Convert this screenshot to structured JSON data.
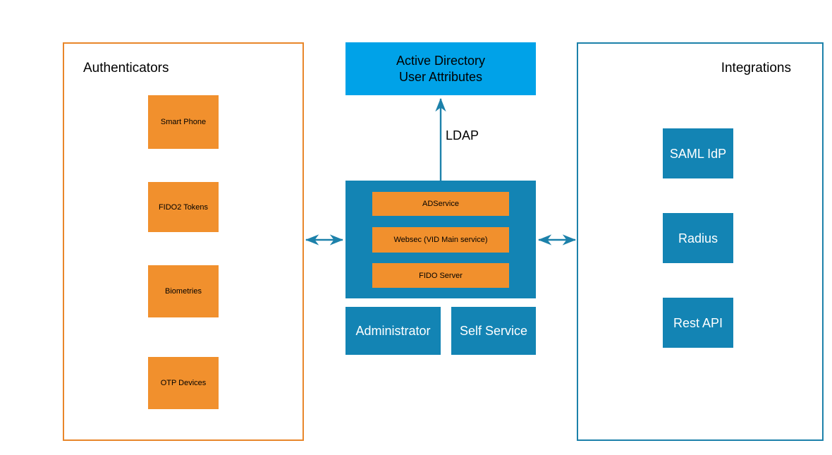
{
  "diagram": {
    "background_color": "#ffffff",
    "colors": {
      "orange_fill": "#f1902d",
      "orange_border": "#e8862a",
      "dark_blue_fill": "#1384b4",
      "cyan_fill": "#00a2e8",
      "blue_border": "#1c81aa",
      "arrow_color": "#1c81aa",
      "text_dark": "#000000",
      "text_light": "#ffffff"
    },
    "panels": {
      "left": {
        "title": "Authenticators"
      },
      "right": {
        "title": "Integrations"
      }
    },
    "authenticators": [
      {
        "label": "Smart Phone"
      },
      {
        "label": "FIDO2 Tokens"
      },
      {
        "label": "Biometries"
      },
      {
        "label": "OTP Devices"
      }
    ],
    "integrations": [
      {
        "label": "SAML IdP"
      },
      {
        "label": "Radius"
      },
      {
        "label": "Rest API"
      }
    ],
    "directory": {
      "line1": "Active Directory",
      "line2": "User Attributes"
    },
    "core_services": [
      {
        "label": "ADService"
      },
      {
        "label": "Websec (VID Main service)"
      },
      {
        "label": "FIDO Server"
      }
    ],
    "consoles": [
      {
        "label": "Administrator"
      },
      {
        "label": "Self Service"
      }
    ],
    "connections": [
      {
        "label": "LDAP",
        "kind": "single-arrow-up",
        "from": "core-services",
        "to": "active-directory"
      },
      {
        "label": "",
        "kind": "double-arrow",
        "from": "authenticators-panel",
        "to": "core-services"
      },
      {
        "label": "",
        "kind": "double-arrow",
        "from": "core-services",
        "to": "integrations-panel"
      }
    ]
  }
}
